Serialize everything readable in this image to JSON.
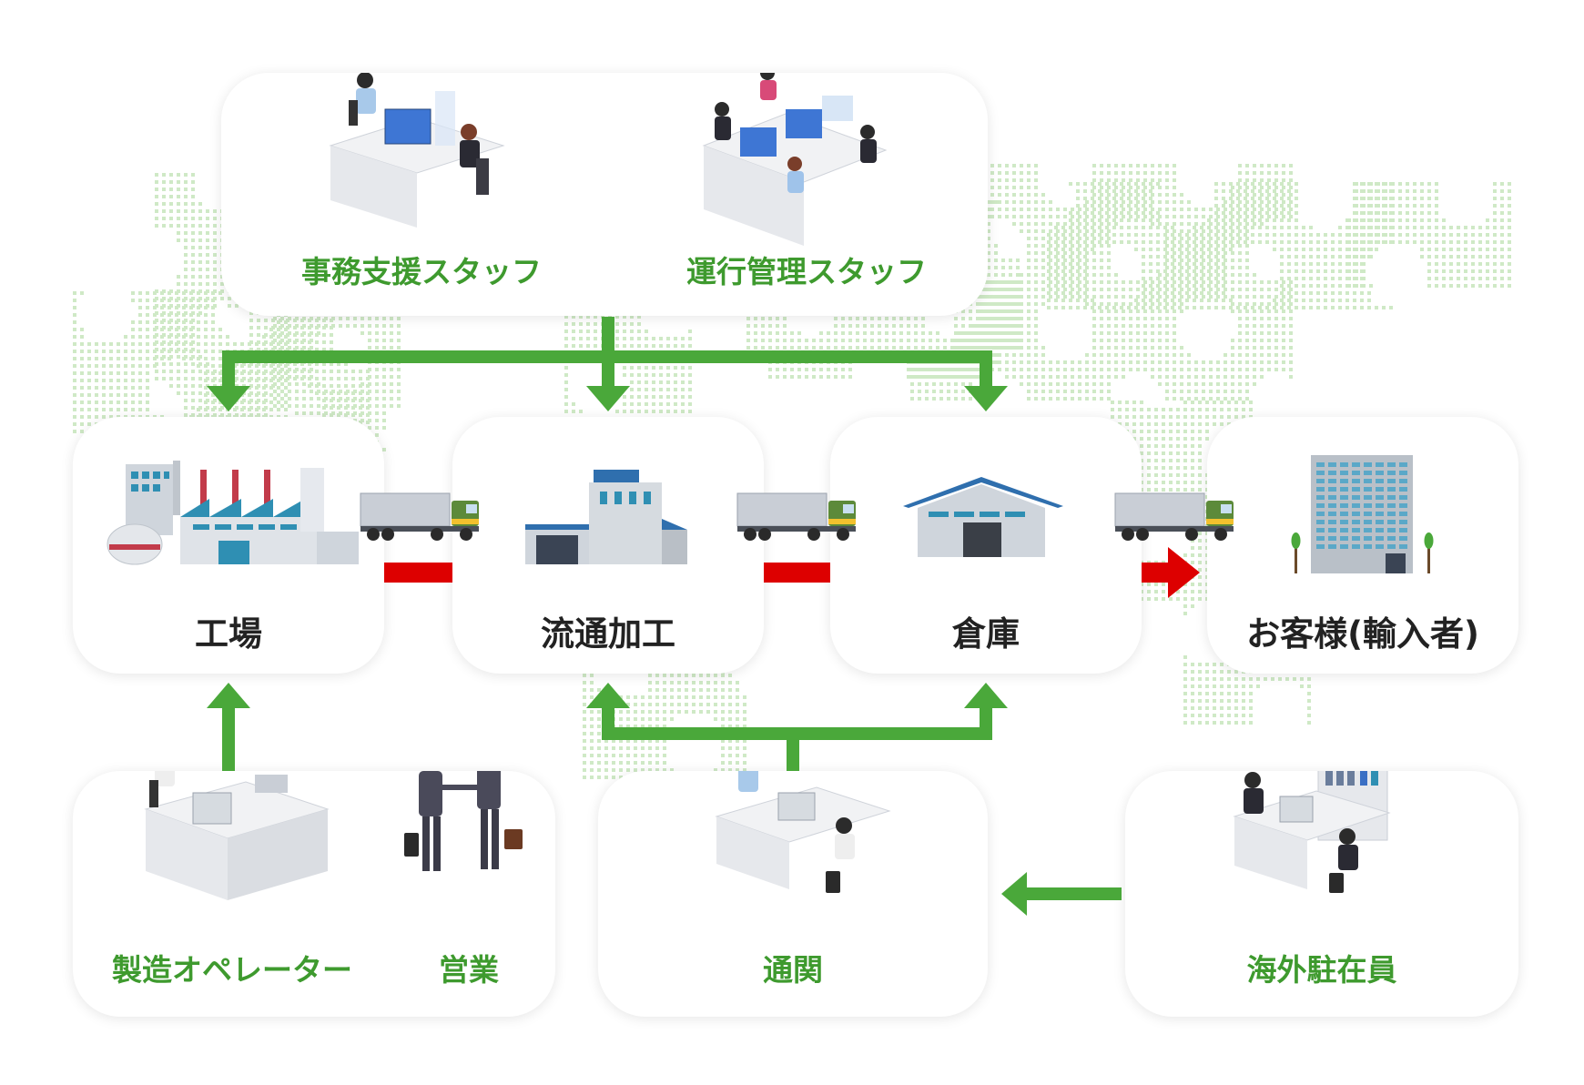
{
  "staff_top": {
    "admin_support": "事務支援スタッフ",
    "operations": "運行管理スタッフ"
  },
  "flow": {
    "factory": "工場",
    "processing": "流通加工",
    "warehouse": "倉庫",
    "customer": "お客様(輸入者)"
  },
  "staff_bottom": {
    "operator": "製造オペレーター",
    "sales": "営業",
    "customs": "通関",
    "overseas": "海外駐在員"
  },
  "colors": {
    "green": "#4aa83a",
    "label_green": "#3e9a2e",
    "red": "#dd0000",
    "map_dots": "#cfe9c6"
  }
}
